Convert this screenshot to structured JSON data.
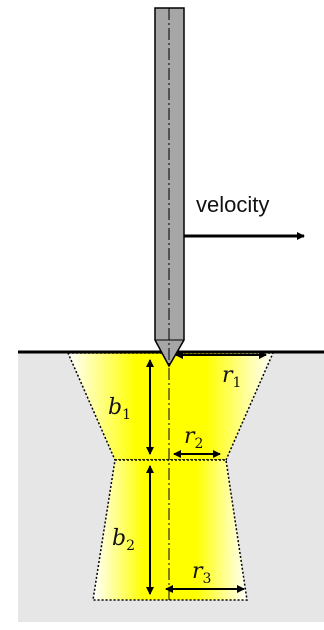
{
  "labels": {
    "velocity": "velocity",
    "b1_main": "b",
    "b1_sub": "1",
    "b2_main": "b",
    "b2_sub": "2",
    "r1_main": "r",
    "r1_sub": "1",
    "r2_main": "r",
    "r2_sub": "2",
    "r3_main": "r",
    "r3_sub": "3"
  },
  "colors": {
    "substrate": "#e6e6e6",
    "tool": "#a6a6a6",
    "zone_yellow": "#ffff00",
    "outline": "#000000"
  }
}
